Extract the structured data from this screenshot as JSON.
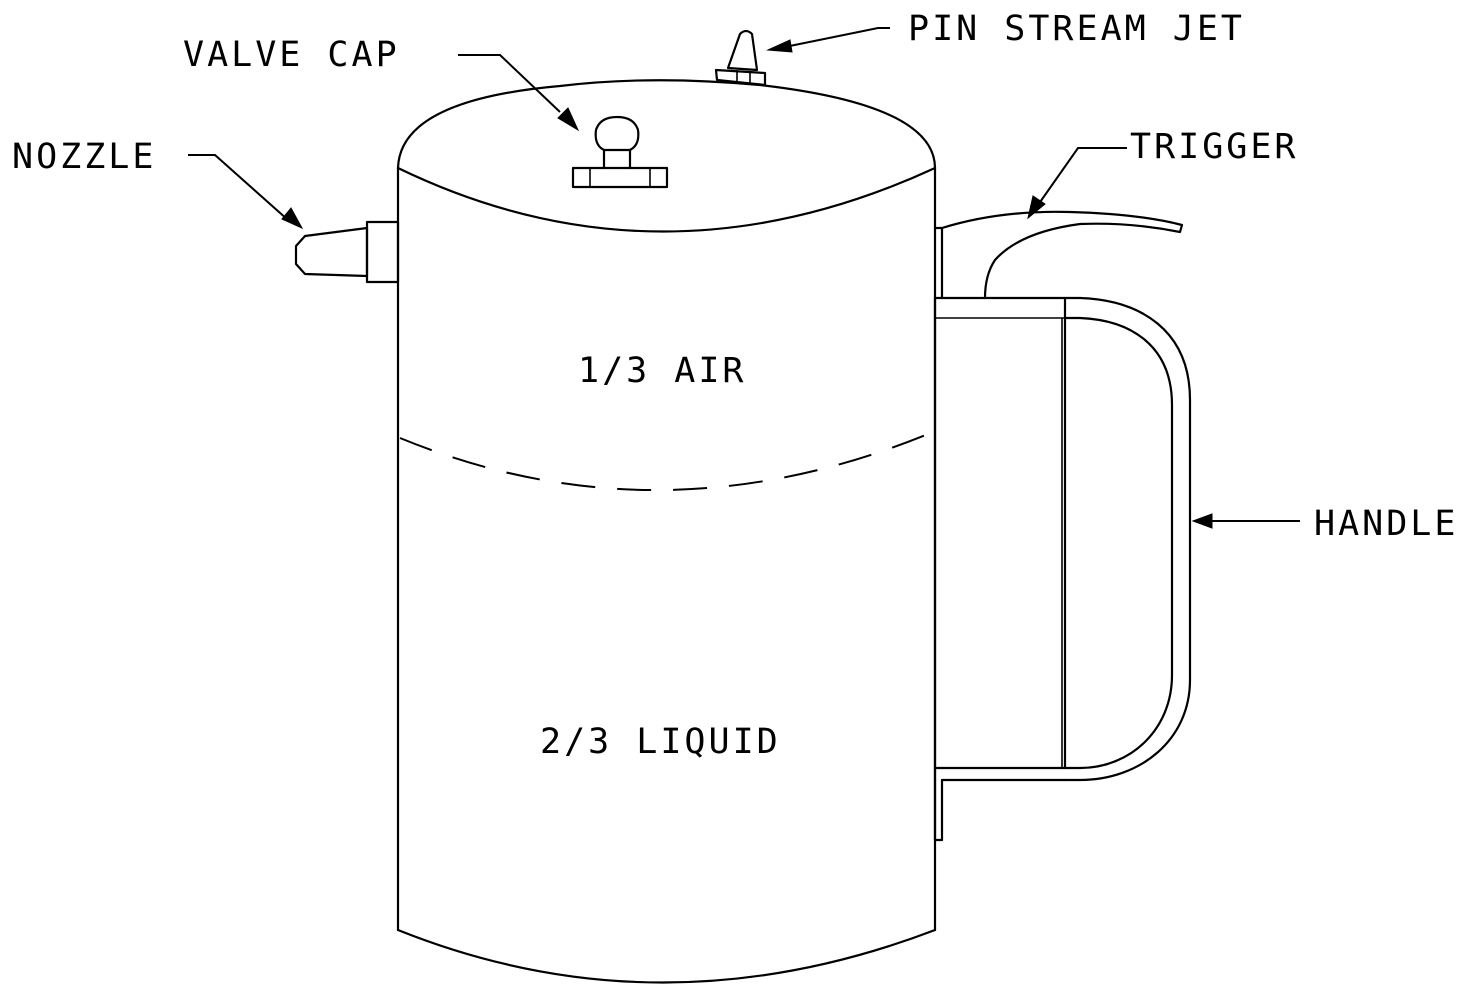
{
  "labels": {
    "pin_stream_jet": "PIN STREAM JET",
    "valve_cap": "VALVE CAP",
    "nozzle": "NOZZLE",
    "trigger": "TRIGGER",
    "handle": "HANDLE",
    "air_level": "1/3 AIR",
    "liquid_level": "2/3 LIQUID"
  },
  "colors": {
    "line": "#000000",
    "background": "#ffffff"
  }
}
